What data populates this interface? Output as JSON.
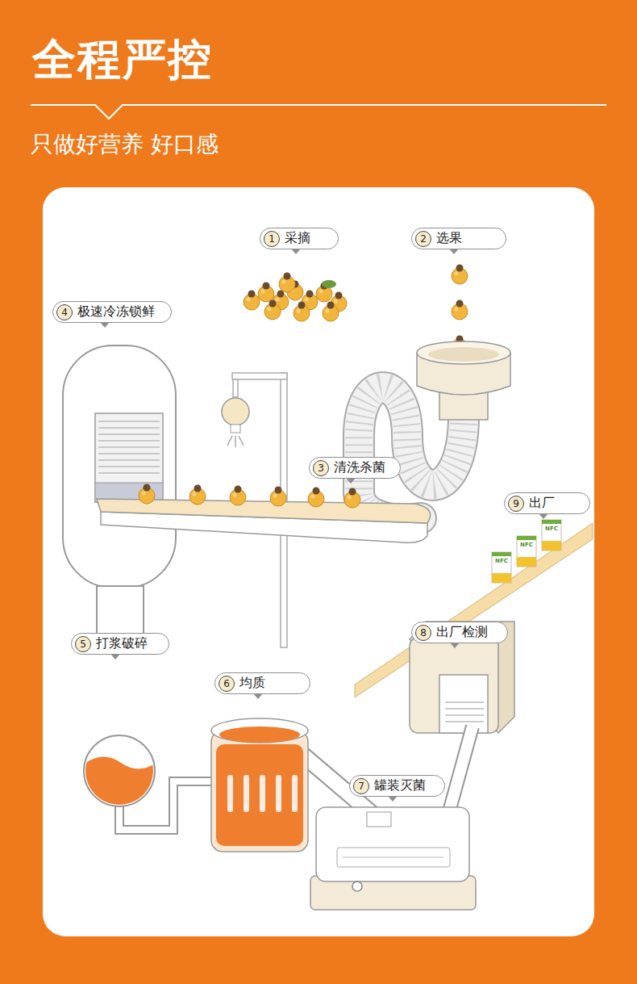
{
  "diagram": {
    "title": "全程严控",
    "caption": "只做好营养 好口感",
    "nodes": [
      {
        "text": [
          "1",
          "采摘"
        ]
      },
      {
        "text": [
          "2",
          "选果"
        ]
      },
      {
        "text": [
          "4",
          "极速冷冻锁鲜"
        ]
      },
      {
        "text": [
          "3",
          "清洗杀菌"
        ]
      },
      {
        "text": [
          "9",
          "出厂"
        ]
      },
      {
        "text": [
          "8",
          "出厂检测"
        ]
      },
      {
        "text": [
          "5",
          "打浆破碎"
        ]
      },
      {
        "text": [
          "6",
          "均质"
        ]
      },
      {
        "text": [
          "7",
          "罐装灭菌"
        ]
      }
    ],
    "labels": [
      "NFC",
      "NFC",
      "NFC"
    ]
  }
}
